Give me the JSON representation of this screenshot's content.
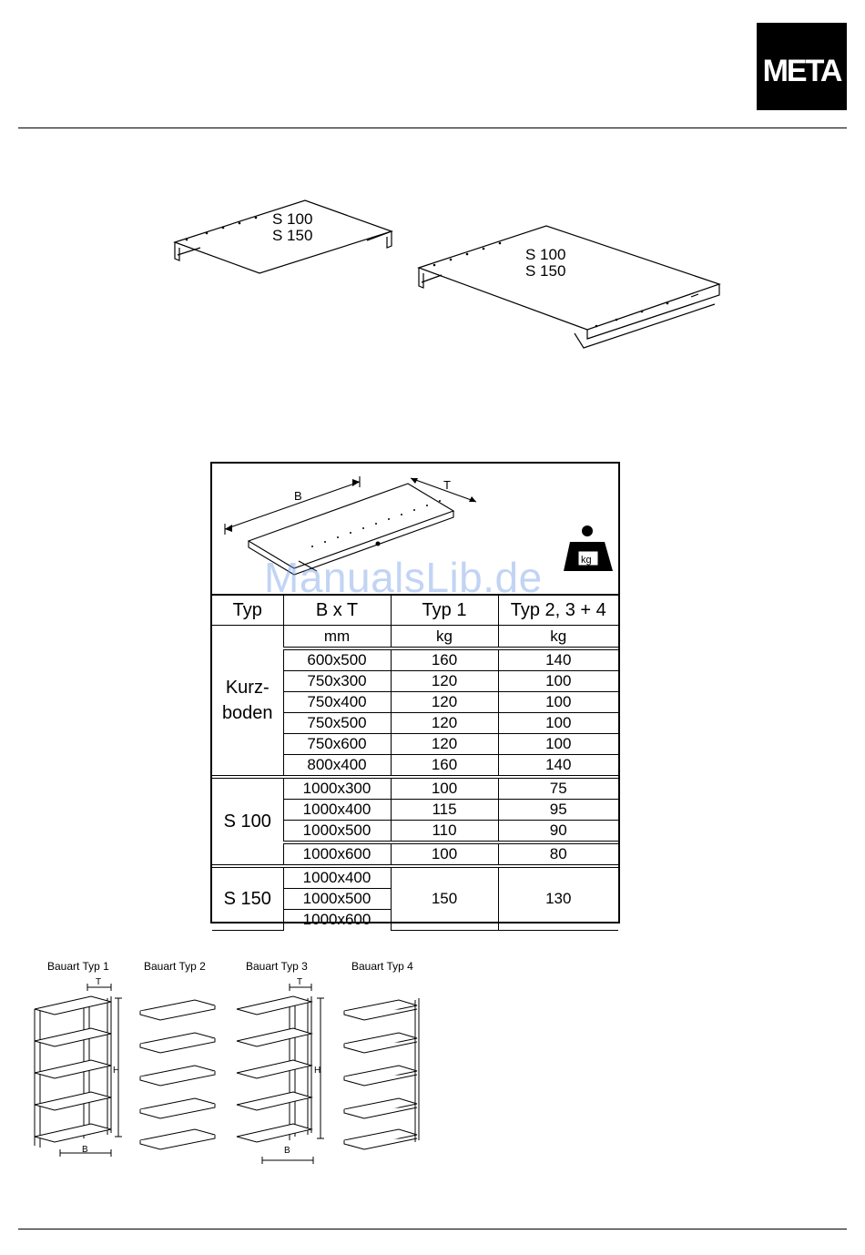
{
  "logo": {
    "text": "META"
  },
  "shelves": [
    {
      "label_line1": "S 100",
      "label_line2": "S 150"
    },
    {
      "label_line1": "S 100",
      "label_line2": "S 150"
    }
  ],
  "diagram": {
    "dim_b": "B",
    "dim_t": "T",
    "weight_badge": "kg"
  },
  "table": {
    "headers": [
      "Typ",
      "B x T",
      "Typ 1",
      "Typ 2, 3 + 4"
    ],
    "units": [
      "mm",
      "kg",
      "kg"
    ],
    "groups": [
      {
        "name_line1": "Kurz-",
        "name_line2": "boden",
        "rows": [
          [
            "600x500",
            "160",
            "140"
          ],
          [
            "750x300",
            "120",
            "100"
          ],
          [
            "750x400",
            "120",
            "100"
          ],
          [
            "750x500",
            "120",
            "100"
          ],
          [
            "750x600",
            "120",
            "100"
          ],
          [
            "800x400",
            "160",
            "140"
          ]
        ]
      },
      {
        "name_line1": "S 100",
        "rows": [
          [
            "1000x300",
            "100",
            "75"
          ],
          [
            "1000x400",
            "115",
            "95"
          ],
          [
            "1000x500",
            "110",
            "90"
          ],
          [
            "1000x600",
            "100",
            "80"
          ]
        ]
      },
      {
        "name_line1": "S 150",
        "sizes": [
          "1000x400",
          "1000x500",
          "1000x600"
        ],
        "typ1": "150",
        "typ234": "130"
      }
    ]
  },
  "watermark": "ManualsLib.de",
  "bauart": [
    {
      "label": "Bauart Typ 1",
      "dim_t": "T",
      "dim_h": "H",
      "dim_b": "B"
    },
    {
      "label": "Bauart Typ 2"
    },
    {
      "label": "Bauart Typ 3",
      "dim_t": "T",
      "dim_h": "H",
      "dim_b": "B"
    },
    {
      "label": "Bauart Typ 4"
    }
  ]
}
